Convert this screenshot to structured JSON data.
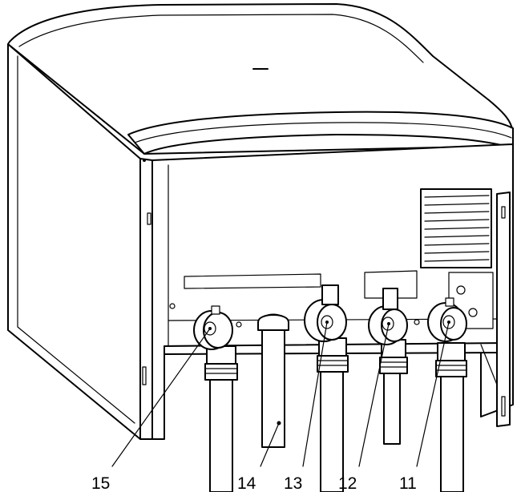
{
  "diagram": {
    "callouts": [
      {
        "id": "15",
        "label": "15"
      },
      {
        "id": "14",
        "label": "14"
      },
      {
        "id": "13",
        "label": "13"
      },
      {
        "id": "12",
        "label": "12"
      },
      {
        "id": "11",
        "label": "11"
      }
    ]
  }
}
